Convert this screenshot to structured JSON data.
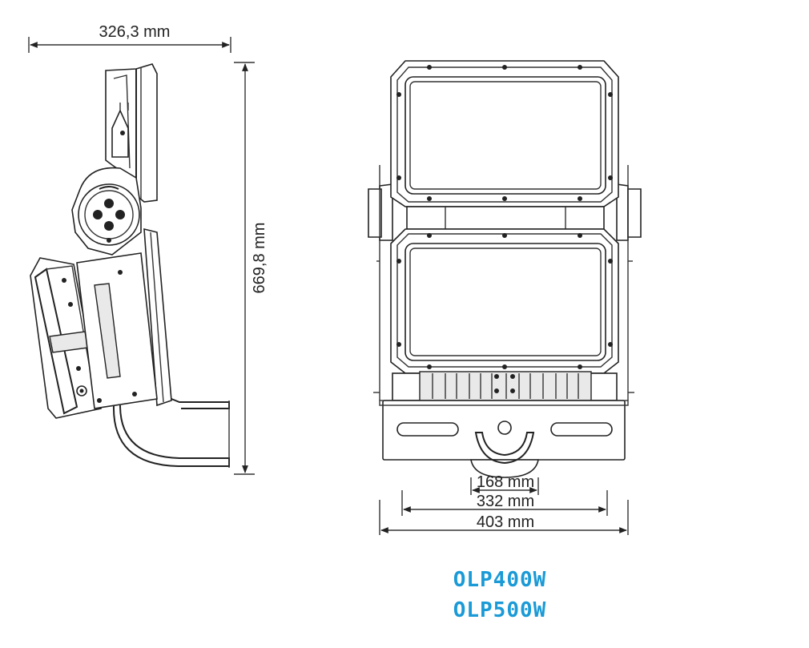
{
  "dimensions": {
    "side_width": "326,3 mm",
    "height": "669,8 mm",
    "bracket_inner": "168 mm",
    "bracket_mid": "332 mm",
    "bracket_outer": "403 mm"
  },
  "models": [
    "OLP400W",
    "OLP500W"
  ],
  "colors": {
    "model_label": "#1a9ad6",
    "line": "#222222"
  }
}
